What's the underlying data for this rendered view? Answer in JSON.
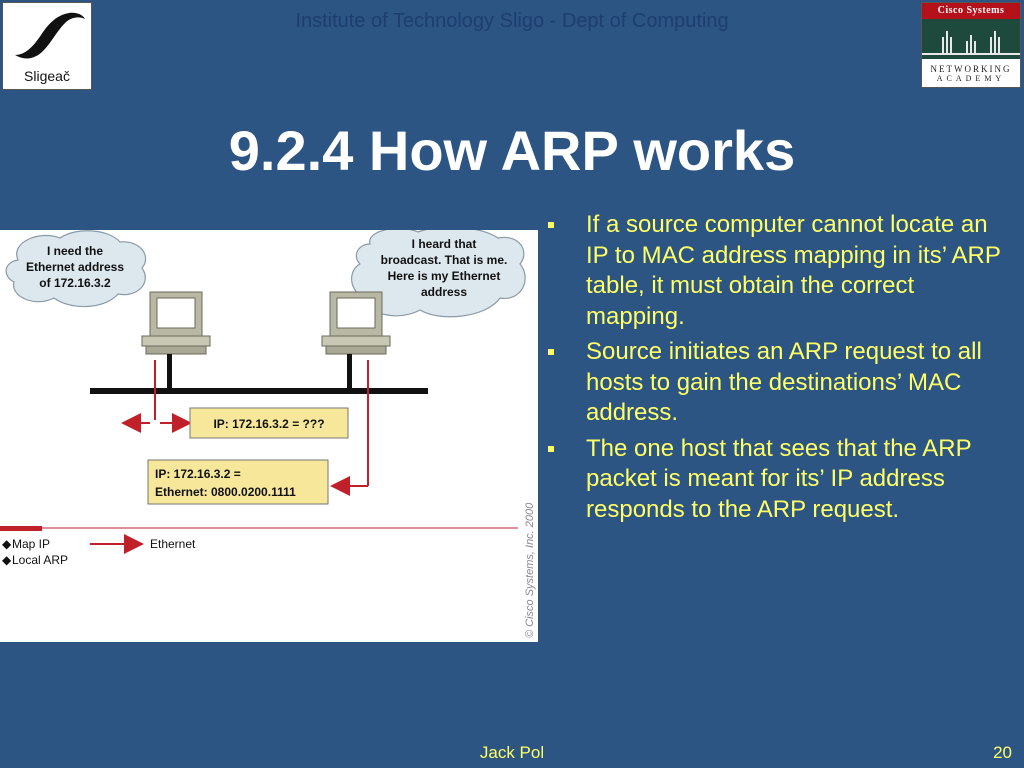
{
  "header": {
    "institute": "Institute of Technology Sligo - Dept of Computing"
  },
  "logos": {
    "sligo_text": "Sligeač",
    "cisco_top": "Cisco Systems",
    "cisco_networking": "NETWORKING",
    "cisco_academy": "ACADEMY"
  },
  "slide": {
    "title": "9.2.4 How ARP works"
  },
  "diagram": {
    "left_cloud": [
      "I need the",
      "Ethernet address",
      "of 172.16.3.2"
    ],
    "right_cloud": [
      "I heard that",
      "broadcast. That is me.",
      "Here is my Ethernet",
      "address"
    ],
    "request_box": "IP: 172.16.3.2 = ???",
    "reply_box": [
      "IP: 172.16.3.2 =",
      "Ethernet: 0800.0200.1111"
    ],
    "legend_map_ip": "Map IP",
    "legend_ethernet": "Ethernet",
    "legend_local_arp": "Local ARP",
    "copyright": "© Cisco Systems, Inc. 2000"
  },
  "bullets": [
    "If a source computer cannot locate an IP to MAC address mapping in its’ ARP table, it must obtain the correct mapping.",
    "Source initiates an ARP request to all hosts to gain the destinations’ MAC address.",
    "The one host that sees that the ARP packet is meant for its’ IP address responds to the ARP request."
  ],
  "footer": {
    "author": "Jack Pol",
    "page": "20"
  }
}
